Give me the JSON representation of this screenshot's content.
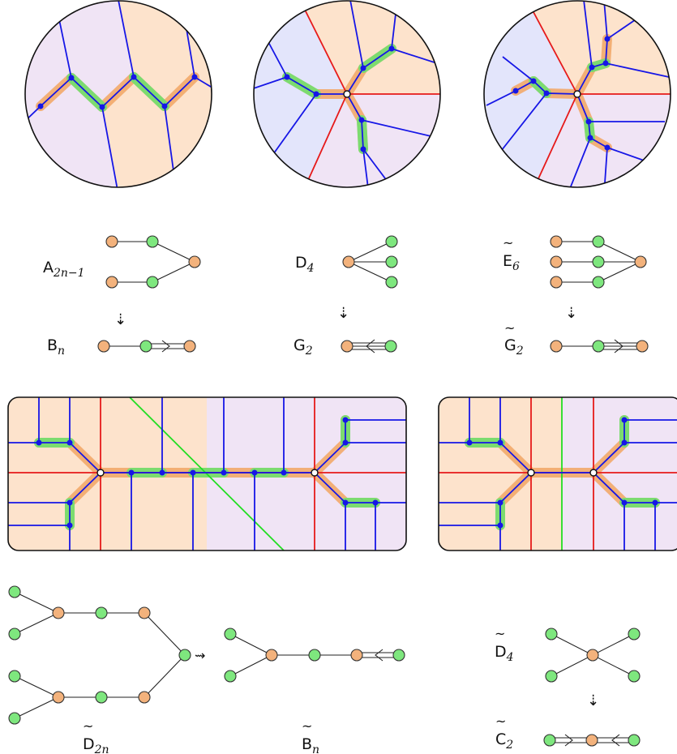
{
  "labels": {
    "a2n1": {
      "base": "A",
      "sub": "2n−1"
    },
    "bn": {
      "base": "B",
      "sub": "n"
    },
    "d4": {
      "base": "D",
      "sub": "4"
    },
    "g2": {
      "base": "G",
      "sub": "2"
    },
    "e6t": {
      "base": "E",
      "sub": "6"
    },
    "g2t": {
      "base": "G",
      "sub": "2"
    },
    "d2nt": {
      "base": "D",
      "sub": "2n"
    },
    "bnt": {
      "base": "B",
      "sub": "n"
    },
    "d4t": {
      "base": "D",
      "sub": "4"
    },
    "c2t": {
      "base": "C",
      "sub": "2"
    }
  },
  "colors": {
    "orange_region": "#fde3cc",
    "lilac_region": "#f0e4f5",
    "blue_region": "#e3e5fb",
    "orange_node": "#f3b27c",
    "green_node": "#7ee77e",
    "blue_line": "#1616e6",
    "red_line": "#e61a1a",
    "green_line": "#22dd22"
  }
}
